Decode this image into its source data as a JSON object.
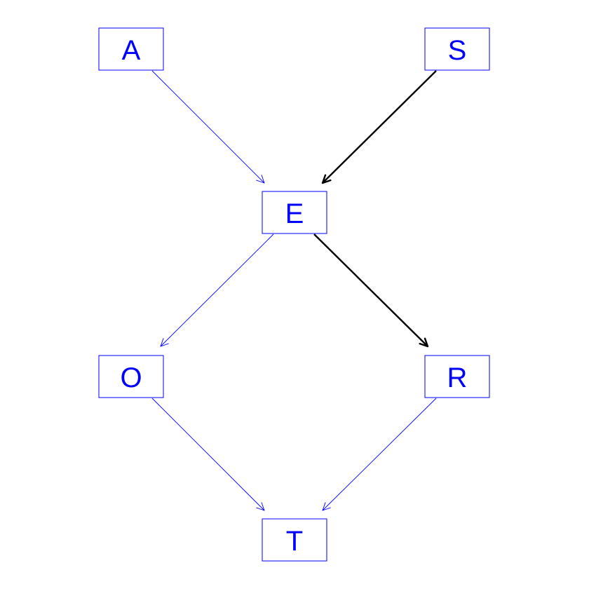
{
  "colors": {
    "node_border": "#0000ff",
    "node_text": "#0000ff",
    "edge_default": "#0000ff",
    "edge_highlight": "#000000",
    "background": "#ffffff"
  },
  "nodes": [
    {
      "id": "A",
      "label": "A"
    },
    {
      "id": "S",
      "label": "S"
    },
    {
      "id": "E",
      "label": "E"
    },
    {
      "id": "O",
      "label": "O"
    },
    {
      "id": "R",
      "label": "R"
    },
    {
      "id": "T",
      "label": "T"
    }
  ],
  "edges": [
    {
      "from": "A",
      "to": "E",
      "highlighted": false
    },
    {
      "from": "S",
      "to": "E",
      "highlighted": true
    },
    {
      "from": "E",
      "to": "O",
      "highlighted": false
    },
    {
      "from": "E",
      "to": "R",
      "highlighted": true
    },
    {
      "from": "O",
      "to": "T",
      "highlighted": false
    },
    {
      "from": "R",
      "to": "T",
      "highlighted": false
    }
  ]
}
